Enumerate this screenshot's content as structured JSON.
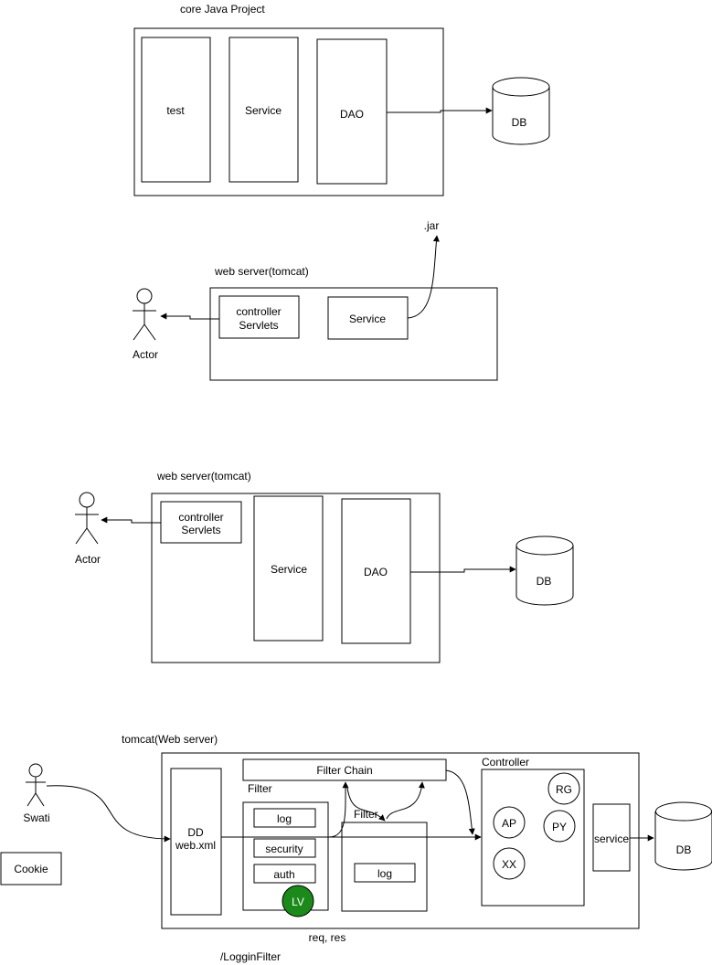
{
  "diagram1": {
    "title": "core Java Project",
    "test": "test",
    "service": "Service",
    "dao": "DAO",
    "db": "DB"
  },
  "diagram2": {
    "jar": ".jar",
    "title": "web server(tomcat)",
    "controller_line1": "controller",
    "controller_line2": "Servlets",
    "service": "Service",
    "actor": "Actor"
  },
  "diagram3": {
    "title": "web server(tomcat)",
    "actor": "Actor",
    "controller_line1": "controller",
    "controller_line2": "Servlets",
    "service": "Service",
    "dao": "DAO",
    "db": "DB"
  },
  "diagram4": {
    "title": "tomcat(Web server)",
    "user": "Swati",
    "cookie": "Cookie",
    "dd_line1": "DD",
    "dd_line2": "web.xml",
    "filter_chain": "Filter Chain",
    "filter1": "Filter",
    "filter1_items": [
      "log",
      "security",
      "auth"
    ],
    "lv": "LV",
    "lv_color": "#1b8a1b",
    "filter2": "Filter",
    "filter2_log": "log",
    "controller": "Controller",
    "circles": [
      "RG",
      "AP",
      "PY",
      "XX"
    ],
    "service": "service",
    "db": "DB",
    "req_res": "req, res",
    "login_filter": "/LogginFilter"
  }
}
